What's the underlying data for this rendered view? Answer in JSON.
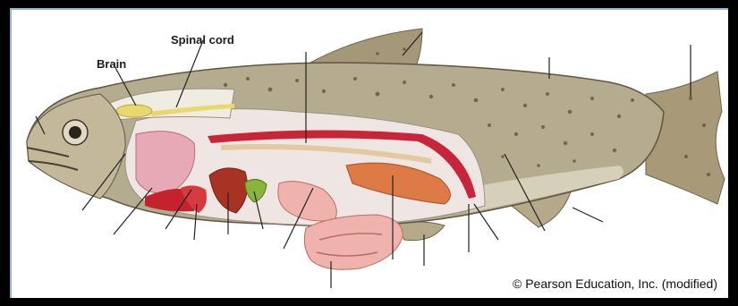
{
  "labels": {
    "brain": "Brain",
    "spinal_cord": "Spinal cord"
  },
  "credit": "© Pearson Education, Inc. (modified)",
  "colors": {
    "frame": "#000000",
    "frame_accent": "#8fb3d9",
    "background": "#ffffff",
    "body_skin": "#b5ab8e",
    "spots": "#5a5040",
    "cavity": "#efe6e3",
    "gill": "#e8a9b6",
    "heart": "#c4222f",
    "liver": "#a83224",
    "gall_bladder": "#88b53a",
    "intestine": "#f0b2ac",
    "gonad": "#dd7a45",
    "kidney": "#c7253a",
    "brain_spinal": "#e9d86e",
    "leader_line": "#222222"
  },
  "icons": {
    "fish": "trout-anatomy-illustration"
  }
}
